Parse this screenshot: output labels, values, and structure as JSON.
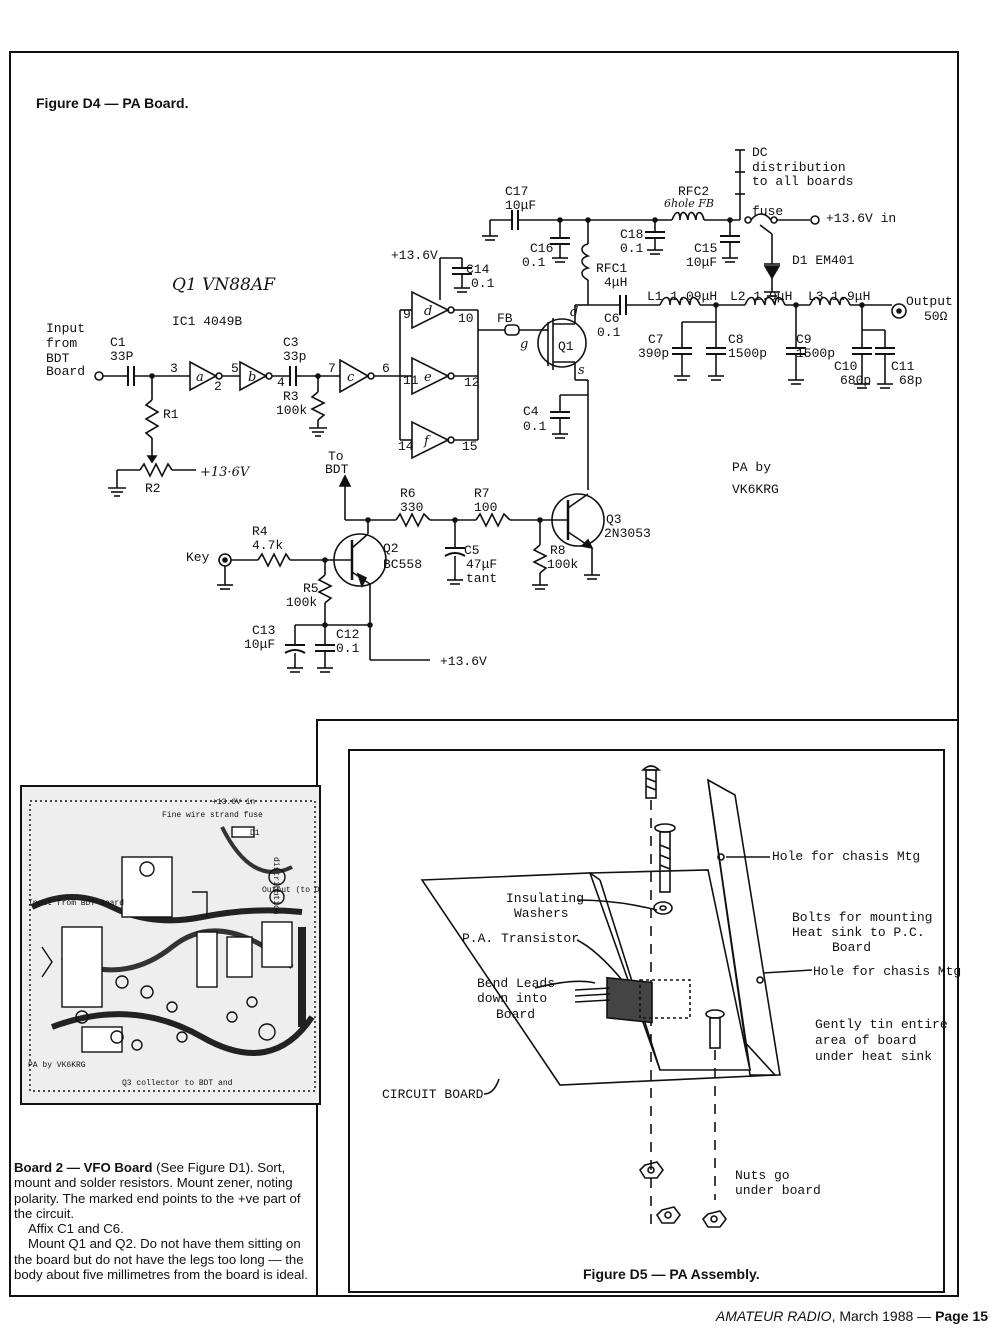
{
  "figure_d4": {
    "caption": "Figure D4 — PA Board.",
    "labels": {
      "input": [
        "Input",
        "from",
        "BDT",
        "Board"
      ],
      "ic1": "IC1 4049B",
      "q1_note": "Q1 VN88AF",
      "c1": "C1",
      "c1_val": "33P",
      "c3": "C3",
      "c3_val": "33p",
      "r1": "R1",
      "r2": "R2",
      "r2_supply": "+13·6V",
      "r3": "R3",
      "r3_val": "100k",
      "supply_136": "+13.6V",
      "c14": "C14",
      "c14_val": "0.1",
      "c17": "C17",
      "c17_val": "10μF",
      "c16": "C16",
      "c16_val": "0.1",
      "c18": "C18",
      "c18_val": "0.1",
      "c15": "C15",
      "c15_val": "10μF",
      "rfc2": "RFC2",
      "rfc2_note": "6hole FB",
      "rfc1": "RFC1",
      "rfc1_val": "4μH",
      "dc_dist": [
        "DC",
        "distribution",
        "to all boards"
      ],
      "fuse": "fuse",
      "supply_in": "+13.6V in",
      "d1": "D1 EM401",
      "fb": "FB",
      "q1": "Q1",
      "pin_d": "d",
      "pin_g": "g",
      "pin_s": "s",
      "c6": "C6",
      "c6_val": "0.1",
      "l1": "L1 1.09μH",
      "l2": "L2 1.9μH",
      "l3": "L3 1.9μH",
      "output": "Output",
      "output_imp": "50Ω",
      "c7": "C7",
      "c7_val": "390p",
      "c8": "C8",
      "c8_val": "1500p",
      "c9": "C9",
      "c9_val": "1500p",
      "c10": "C10",
      "c10_val": "680p",
      "c11": "C11",
      "c11_val": "68p",
      "c4": "C4",
      "c4_val": "0.1",
      "pa_by": "PA by",
      "vk6krg": "VK6KRG",
      "to_bdt": [
        "To",
        "BDT"
      ],
      "r6": "R6",
      "r6_val": "330",
      "r7": "R7",
      "r7_val": "100",
      "q3": "Q3",
      "q3_val": "2N3053",
      "r4": "R4",
      "r4_val": "4.7k",
      "key": "Key",
      "q2": "Q2",
      "q2_val": "BC558",
      "c5": "C5",
      "c5_val": "47μF",
      "c5_type": "tant",
      "r8": "R8",
      "r8_val": "100k",
      "r5": "R5",
      "r5_val": "100k",
      "c13": "C13",
      "c13_val": "10μF",
      "c12": "C12",
      "c12_val": "0.1",
      "supply_bottom": "+13.6V",
      "gates": [
        "a",
        "b",
        "c",
        "d",
        "e",
        "f"
      ],
      "pins": [
        "3",
        "2",
        "5",
        "4",
        "7",
        "6",
        "9",
        "10",
        "11",
        "12",
        "14",
        "15"
      ]
    }
  },
  "board_photo": {
    "labels": [
      "+13.6V in",
      "Fine wire strand fuse",
      "D1",
      "Output (to OSK)",
      "Input from BDT Board",
      "PA by VK6KRG",
      "Q3 collector to BDT and",
      "distribution"
    ]
  },
  "figure_d5": {
    "caption": "Figure D5 — PA Assembly.",
    "labels": {
      "hole1": "Hole for chasis Mtg",
      "insulating": [
        "Insulating",
        "Washers"
      ],
      "bolts": [
        "Bolts for mounting",
        "Heat sink to P.C.",
        "Board"
      ],
      "pa_transistor": "P.A. Transistor",
      "bend_leads": [
        "Bend Leads",
        "down into",
        "Board"
      ],
      "hole2": "Hole for chasis Mtg",
      "tin": [
        "Gently tin entire",
        "area of board",
        "under heat sink"
      ],
      "circuit_board": "CIRCUIT BOARD",
      "nuts": [
        "Nuts go",
        "under board"
      ]
    }
  },
  "board2": {
    "heading": "Board 2 — VFO Board",
    "para1_rest": " (See Figure D1). Sort, mount and solder resistors. Mount zener, noting polarity. The marked end points to the +ve part of the circuit.",
    "para2": "Affix C1 and C6.",
    "para3": "Mount Q1 and Q2. Do not have them sitting on the board but do not have the legs too long — the body about five millimetres from the board is ideal."
  },
  "footer": {
    "magazine": "AMATEUR RADIO",
    "issue": ", March 1988 — ",
    "page": "Page 15"
  }
}
